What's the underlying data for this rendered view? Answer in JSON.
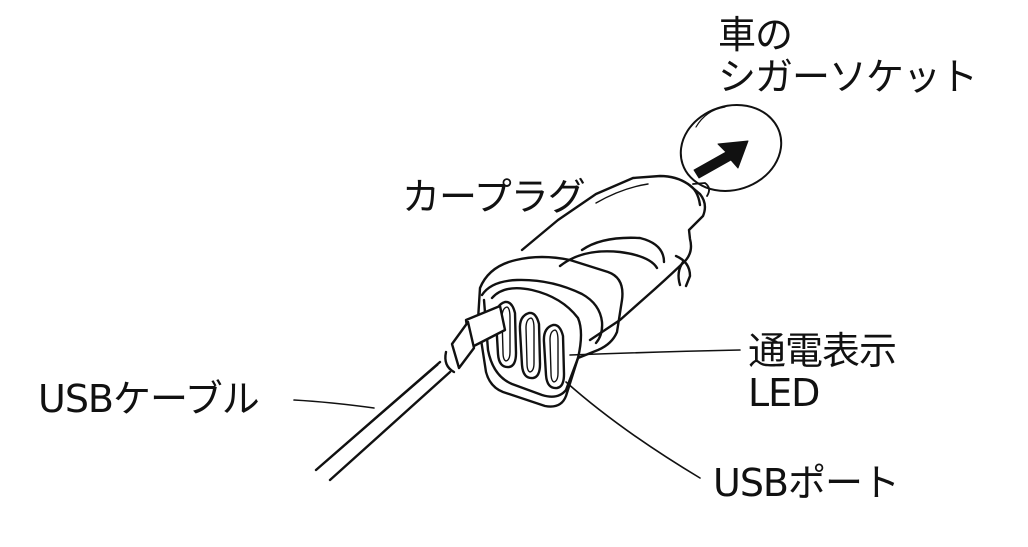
{
  "diagram": {
    "labels": {
      "socket_line1": "車の",
      "socket_line2": "シガーソケット",
      "car_plug": "カープラグ",
      "led_line1": "通電表示",
      "led_line2": "LED",
      "usb_cable": "USBケーブル",
      "usb_port": "USBポート"
    },
    "colors": {
      "ink": "#111111",
      "background": "#ffffff",
      "body_fill": "#ffffff"
    },
    "icons": {
      "insert_direction": "arrow-up-right-icon"
    }
  }
}
